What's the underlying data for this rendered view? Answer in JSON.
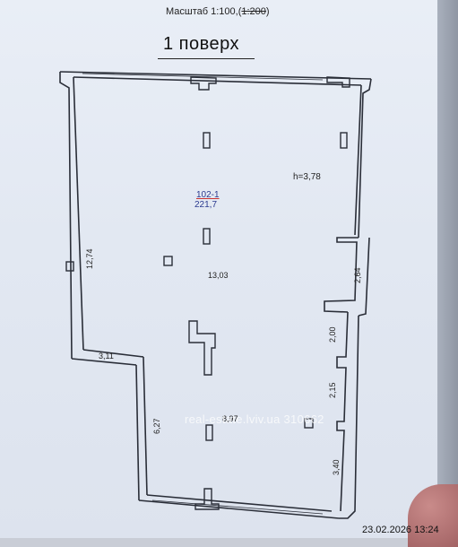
{
  "header": {
    "scale_text": "Масштаб 1:100,(",
    "scale_struck": "1:200",
    "scale_close": ")",
    "title": "1 поверх"
  },
  "room": {
    "id": "102-1",
    "area": "221,7",
    "height": "h=3,78"
  },
  "dimensions": {
    "left_wall": "12,74",
    "left_notch": "3,11",
    "lower_left": "6,27",
    "inner_width": "13,03",
    "lower_width": "8,97",
    "right_upper": "2,64",
    "right_mid": "2,00",
    "right_lower": "2,15",
    "right_bottom": "3,40"
  },
  "watermark": "real-estate.lviv.ua 310662",
  "timestamp": "23.02.2026 13:24",
  "colors": {
    "wall": "#2a2e38",
    "room_label": "#2b3a8f",
    "paper": "#e5eaf3"
  }
}
